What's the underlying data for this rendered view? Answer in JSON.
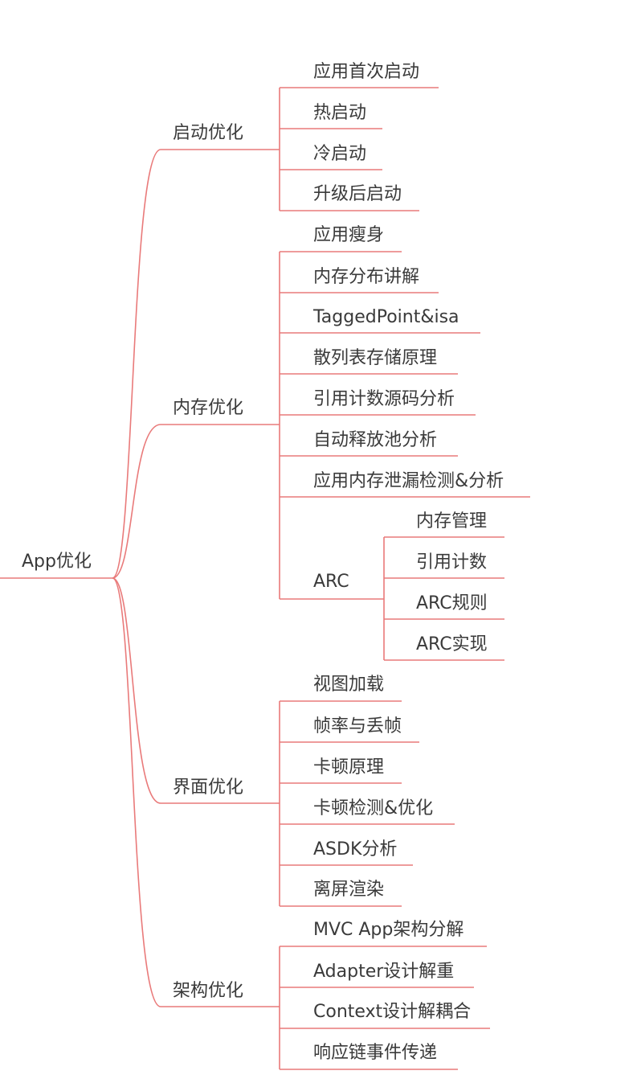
{
  "mindmap": {
    "root": "App优化",
    "line_color": "#e97a7a",
    "branches": [
      {
        "label": "启动优化",
        "children": [
          "应用首次启动",
          "热启动",
          "冷启动",
          "升级后启动"
        ]
      },
      {
        "label": "内存优化",
        "children": [
          "应用瘦身",
          "内存分布讲解",
          "TaggedPoint&isa",
          "散列表存储原理",
          "引用计数源码分析",
          "自动释放池分析",
          "应用内存泄漏检测&分析",
          "ARC"
        ],
        "sub": {
          "label": "ARC",
          "children": [
            "内存管理",
            "引用计数",
            "ARC规则",
            "ARC实现"
          ]
        }
      },
      {
        "label": "界面优化",
        "children": [
          "视图加载",
          "帧率与丢帧",
          "卡顿原理",
          "卡顿检测&优化",
          "ASDK分析",
          "离屏渲染"
        ]
      },
      {
        "label": "架构优化",
        "children": [
          "MVC App架构分解",
          "Adapter设计解重",
          "Context设计解耦合",
          "响应链事件传递"
        ]
      }
    ]
  }
}
